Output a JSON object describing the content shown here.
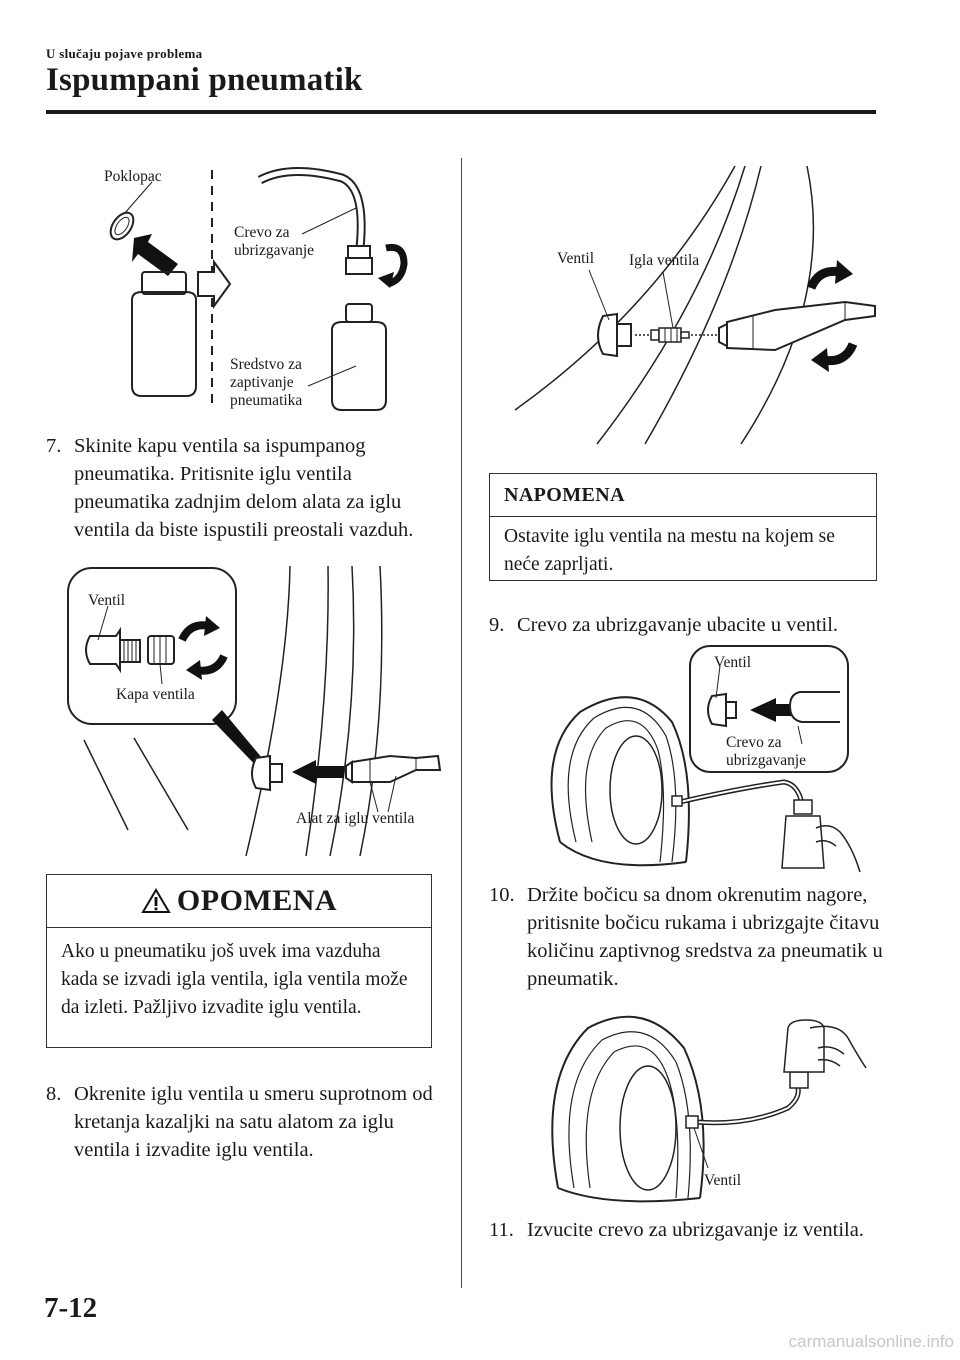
{
  "header": {
    "section": "U slučaju pojave problema",
    "title": "Ispumpani pneumatik"
  },
  "figures": {
    "bottle": {
      "cap_label": "Poklopac",
      "hose_label": "Crevo za ubrizgavanje",
      "sealant_label": "Sredstvo za zaptivanje pneumatika"
    },
    "valve_cap": {
      "valve_label": "Ventil",
      "cap_label": "Kapa ventila",
      "tool_label": "Alat za iglu ventila"
    },
    "valve_core": {
      "valve_label": "Ventil",
      "core_label": "Igla ventila"
    },
    "hose_insert": {
      "valve_label": "Ventil",
      "hose_label": "Crevo za ubrizgavanje"
    },
    "inject": {
      "valve_label": "Ventil"
    }
  },
  "steps": {
    "s7": {
      "num": "7.",
      "text": "Skinite kapu ventila sa ispumpanog pneumatika. Pritisnite iglu ventila pneumatika zadnjim delom alata za iglu ventila da biste ispustili preostali vazduh."
    },
    "s8": {
      "num": "8.",
      "text": "Okrenite iglu ventila u smeru suprotnom od kretanja kazaljki na satu alatom za iglu ventila i izvadite iglu ventila."
    },
    "s9": {
      "num": "9.",
      "text": "Crevo za ubrizgavanje ubacite u ventil."
    },
    "s10": {
      "num": "10.",
      "text": "Držite bočicu sa dnom okrenutim nagore, pritisnite bočicu rukama i ubrizgajte čitavu količinu zaptivnog sredstva za pneumatik u pneumatik."
    },
    "s11": {
      "num": "11.",
      "text": "Izvucite crevo za ubrizgavanje iz ventila."
    }
  },
  "warning": {
    "heading": "OPOMENA",
    "body": "Ako u pneumatiku još uvek ima vazduha kada se izvadi igla ventila, igla ventila može da izleti. Pažljivo izvadite iglu ventila."
  },
  "note": {
    "heading": "NAPOMENA",
    "body": "Ostavite iglu ventila na mestu na kojem se neće zaprljati."
  },
  "footer": {
    "page_number": "7-12",
    "watermark": "carmanualsonline.info"
  }
}
